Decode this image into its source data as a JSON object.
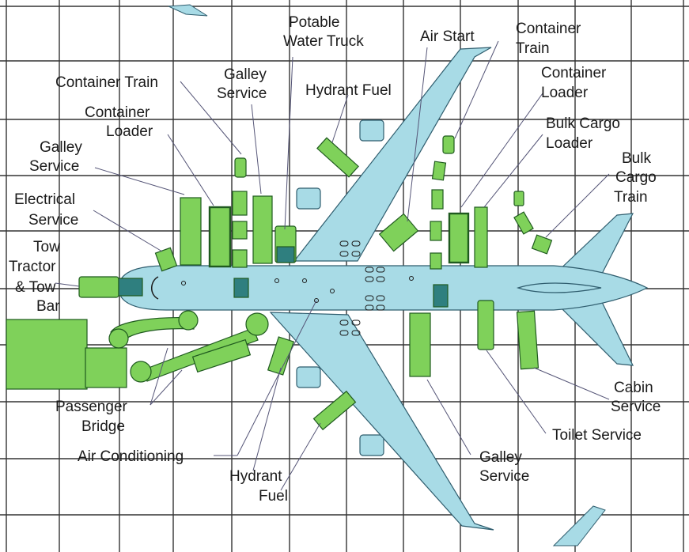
{
  "colors": {
    "aircraft_fill": "#a8dbe6",
    "aircraft_stroke": "#2f5d6e",
    "vehicle_fill": "#7fd15a",
    "vehicle_stroke": "#1f5a1f",
    "vehicle_dark": "#2f7f7f",
    "grid_line": "#333333",
    "leader_line": "#555577",
    "text": "#1a1a1a"
  },
  "icons": {
    "aircraft": "aircraft-top-view-icon",
    "vehicle": "ground-vehicle-icon"
  },
  "labels": {
    "potable_water_1": "Potable",
    "potable_water_2": "Water Truck",
    "air_start": "Air Start",
    "container_train_r1": "Container",
    "container_train_r2": "Train",
    "container_loader_r1": "Container",
    "container_loader_r2": "Loader",
    "bulk_cargo_loader_1": "Bulk Cargo",
    "bulk_cargo_loader_2": "Loader",
    "bulk_cargo_train_1": "Bulk",
    "bulk_cargo_train_2": "Cargo",
    "bulk_cargo_train_3": "Train",
    "container_train_l": "Container Train",
    "galley_service_t1": "Galley",
    "galley_service_t2": "Service",
    "hydrant_fuel_t": "Hydrant Fuel",
    "container_loader_l1": "Container",
    "container_loader_l2": "Loader",
    "galley_service_l1": "Galley",
    "galley_service_l2": "Service",
    "electrical_1": "Electrical",
    "electrical_2": "Service",
    "tow_1": "Tow",
    "tow_2": "Tractor",
    "tow_3": "& Tow",
    "tow_4": "Bar",
    "passenger_1": "Passenger",
    "passenger_2": "Bridge",
    "air_conditioning": "Air Conditioning",
    "hydrant_fuel_b1": "Hydrant",
    "hydrant_fuel_b2": "Fuel",
    "galley_service_b1": "Galley",
    "galley_service_b2": "Service",
    "toilet_service": "Toilet Service",
    "cabin_service_1": "Cabin",
    "cabin_service_2": "Service"
  }
}
